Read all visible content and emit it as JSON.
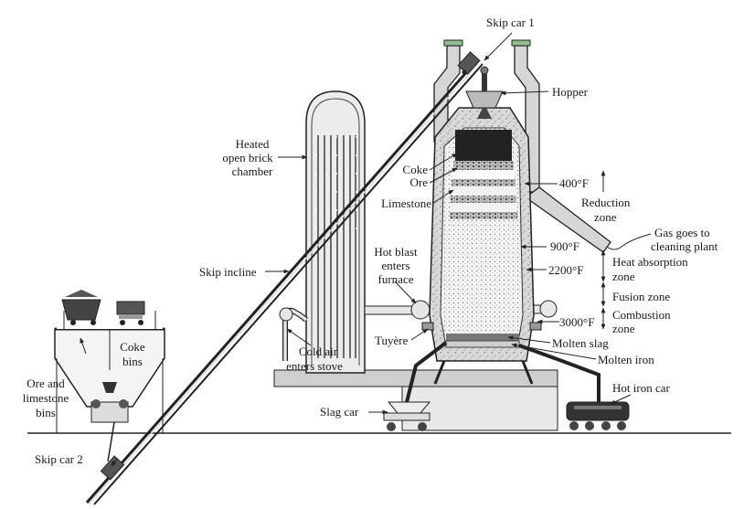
{
  "diagram": {
    "labels": {
      "skip_car_1": "Skip car 1",
      "hopper": "Hopper",
      "heated_chamber_1": "Heated",
      "heated_chamber_2": "open brick",
      "heated_chamber_3": "chamber",
      "coke": "Coke",
      "ore": "Ore",
      "limestone": "Limestone",
      "temp_400": "400°F",
      "reduction_zone_1": "Reduction",
      "reduction_zone_2": "zone",
      "gas_1": "Gas goes to",
      "gas_2": "cleaning plant",
      "temp_900": "900°F",
      "hot_blast_1": "Hot blast",
      "hot_blast_2": "enters",
      "hot_blast_3": "furnace",
      "heat_absorption_1": "Heat absorption",
      "heat_absorption_2": "zone",
      "temp_2200": "2200°F",
      "skip_incline": "Skip incline",
      "fusion_zone": "Fusion zone",
      "combustion_zone_1": "Combustion",
      "combustion_zone_2": "zone",
      "temp_3000": "3000°F",
      "tuyere": "Tuyère",
      "molten_slag": "Molten slag",
      "molten_iron": "Molten iron",
      "cold_air_1": "Cold air",
      "cold_air_2": "enters stove",
      "coke_bins_1": "Coke",
      "coke_bins_2": "bins",
      "ore_bins_1": "Ore and",
      "ore_bins_2": "limestone",
      "ore_bins_3": "bins",
      "hot_iron_car": "Hot iron car",
      "slag_car": "Slag car",
      "skip_car_2": "Skip car 2"
    }
  }
}
